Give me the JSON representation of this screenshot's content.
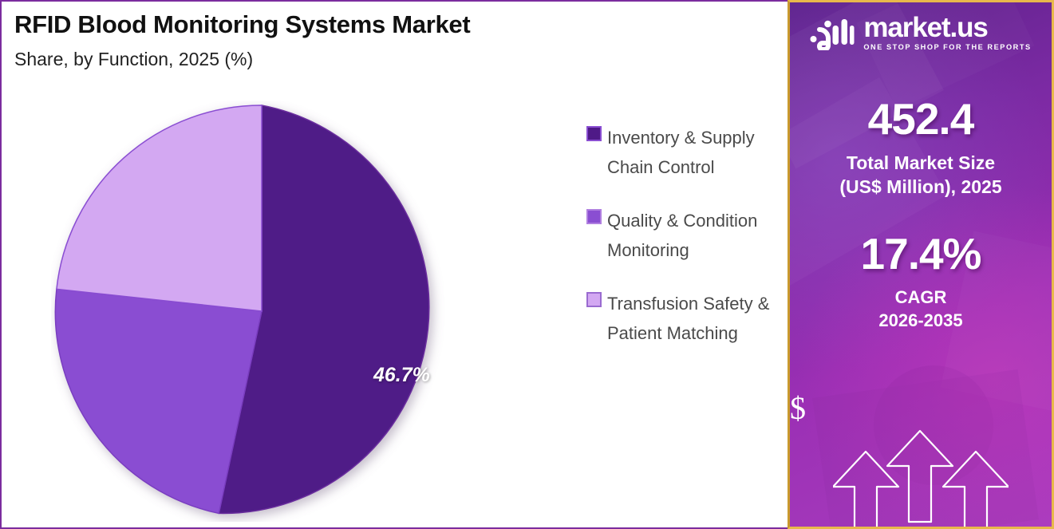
{
  "chart_data": {
    "type": "pie",
    "title": "RFID Blood Monitoring Systems Market",
    "subtitle": "Share, by Function, 2025 (%)",
    "categories": [
      "Inventory & Supply Chain Control",
      "Quality & Condition Monitoring",
      "Transfusion Safety & Patient Matching"
    ],
    "values": [
      46.7,
      30.0,
      23.3
    ],
    "labels": [
      "46.7%",
      "",
      ""
    ],
    "colors": [
      "#4F1A87",
      "#8A4ED2",
      "#D3A8F2"
    ],
    "legend_position": "right",
    "grid": false,
    "xlabel": "",
    "ylabel": ""
  },
  "header": {
    "title": "RFID Blood Monitoring Systems Market",
    "subtitle": "Share, by Function, 2025 (%)"
  },
  "pie": {
    "slice_label": "46.7%"
  },
  "legend": {
    "items": [
      {
        "label": "Inventory & Supply Chain Control",
        "color": "#4F1A87",
        "border": "#8A4ED2"
      },
      {
        "label": "Quality & Condition Monitoring",
        "color": "#8A4ED2",
        "border": "#B07FE0"
      },
      {
        "label": "Transfusion Safety & Patient Matching",
        "color": "#D3A8F2",
        "border": "#9A6BD0"
      }
    ]
  },
  "brand": {
    "name": "market.us",
    "tagline": "ONE STOP SHOP FOR THE REPORTS",
    "logo_icon": "market-us-logo-icon"
  },
  "stats": {
    "market_size_value": "452.4",
    "market_size_caption_line1": "Total Market Size",
    "market_size_caption_line2": "(US$ Million), 2025",
    "cagr_value": "17.4%",
    "cagr_caption_line1": "CAGR",
    "cagr_caption_line2": "2026-2035",
    "currency_symbol": "$"
  },
  "colors": {
    "frame_purple": "#7B2C9E",
    "frame_gold": "#E8B84B",
    "slice_dark": "#4F1A87",
    "slice_medium": "#8A4ED2",
    "slice_light": "#D3A8F2",
    "panel_gradient_start": "#5B2189",
    "panel_gradient_end": "#A83CBE"
  }
}
